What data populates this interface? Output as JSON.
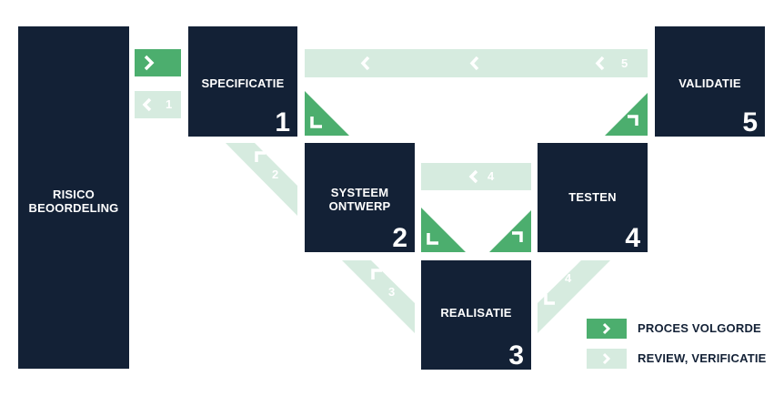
{
  "colors": {
    "dark": "#132136",
    "process": "#4cae6e",
    "review": "#d6ebdf"
  },
  "boxes": {
    "risico": {
      "label": "RISICO\nBEOORDELING"
    },
    "specificatie": {
      "label": "SPECIFICATIE",
      "number": "1"
    },
    "systeem": {
      "label": "SYSTEEM\nONTWERP",
      "number": "2"
    },
    "realisatie": {
      "label": "REALISATIE",
      "number": "3"
    },
    "testen": {
      "label": "TESTEN",
      "number": "4"
    },
    "validatie": {
      "label": "VALIDATIE",
      "number": "5"
    }
  },
  "review_steps": {
    "r1": "1",
    "r2": "2",
    "r3": "3",
    "r4_top": "4",
    "r4_diag": "4",
    "r5": "5"
  },
  "legend": {
    "process": "PROCES VOLGORDE",
    "review": "REVIEW, VERIFICATIE"
  },
  "icons": {
    "chevron": "chevron-icon",
    "corner_arrow": "corner-arrow-icon"
  }
}
